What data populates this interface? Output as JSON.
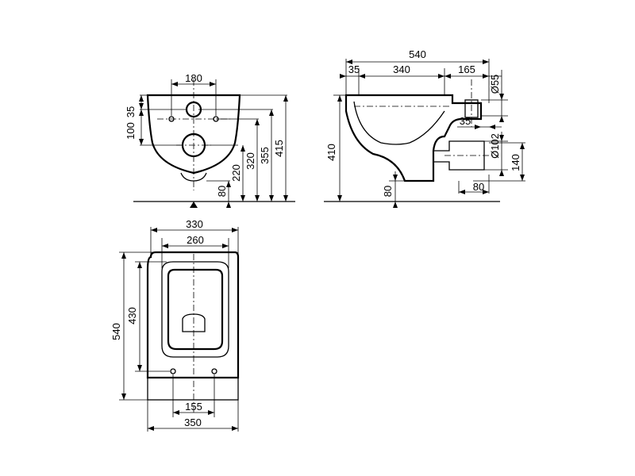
{
  "front_view": {
    "dim_180": "180",
    "dim_35": "35",
    "dim_100": "100",
    "dim_80": "80",
    "dim_220": "220",
    "dim_320": "320",
    "dim_355": "355",
    "dim_415": "415"
  },
  "side_view": {
    "dim_540": "540",
    "dim_35_top": "35",
    "dim_340": "340",
    "dim_165": "165",
    "dim_55": "Ø55",
    "dim_35_right": "35",
    "dim_102": "Ø102",
    "dim_140": "140",
    "dim_410": "410",
    "dim_80_left": "80",
    "dim_80_bottom": "80"
  },
  "top_view": {
    "dim_330": "330",
    "dim_260": "260",
    "dim_540": "540",
    "dim_430": "430",
    "dim_155": "155",
    "dim_350": "350"
  }
}
